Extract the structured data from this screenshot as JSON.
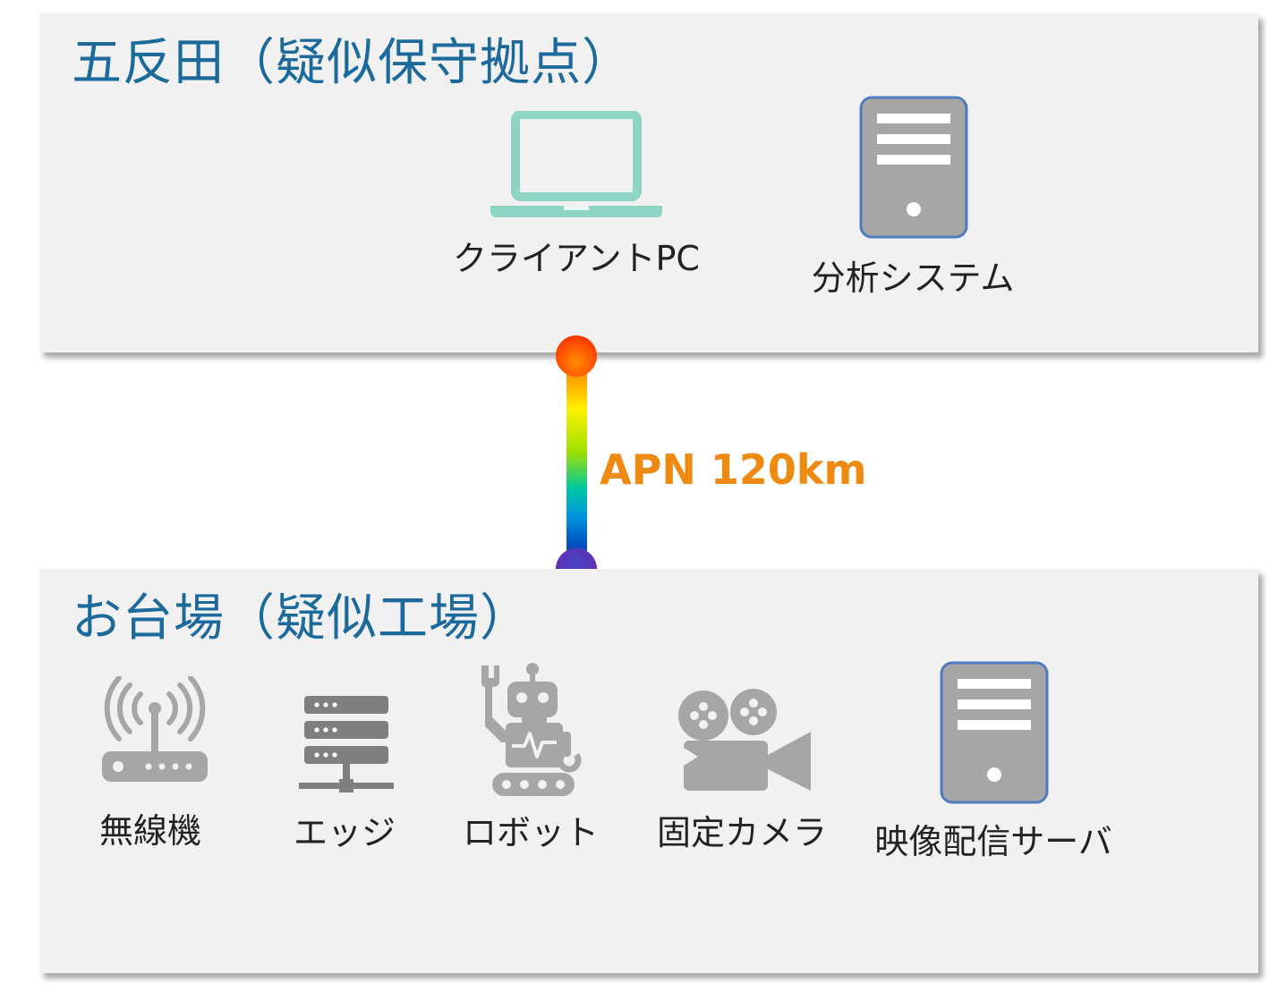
{
  "sites": {
    "top": {
      "title": "五反田（疑似保守拠点）",
      "devices": [
        {
          "label": "クライアントPC",
          "icon": "laptop-icon"
        },
        {
          "label": "分析システム",
          "icon": "server-tower-icon"
        }
      ]
    },
    "bottom": {
      "title": "お台場（疑似工場）",
      "devices": [
        {
          "label": "無線機",
          "icon": "wireless-router-icon"
        },
        {
          "label": "エッジ",
          "icon": "rack-server-icon"
        },
        {
          "label": "ロボット",
          "icon": "robot-icon"
        },
        {
          "label": "固定カメラ",
          "icon": "video-camera-icon"
        },
        {
          "label": "映像配信サーバ",
          "icon": "server-tower-icon"
        }
      ]
    }
  },
  "link": {
    "label": "APN 120km"
  },
  "colors": {
    "panel_bg": "#f1f1f1",
    "title": "#1c6a9c",
    "link_label": "#ee8a10",
    "laptop": "#8ed5c4",
    "server_body": "#a6a6a6",
    "server_border": "#4f7cbf",
    "device_gray": "#a6a6a6",
    "rack_gray": "#7f7f7f"
  }
}
